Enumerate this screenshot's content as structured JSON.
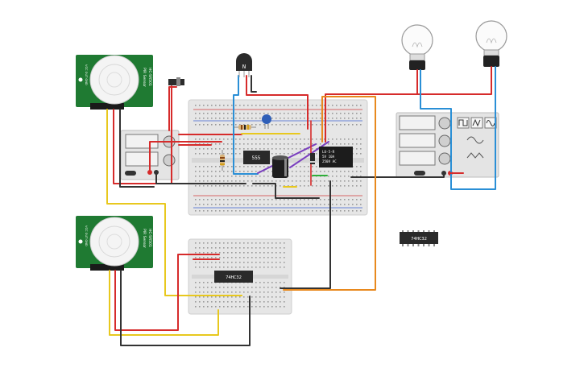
{
  "canvas": {
    "background": "#ffffff"
  },
  "colors": {
    "wire_red": "#d62b2b",
    "wire_black": "#333333",
    "wire_yellow": "#e8c81e",
    "wire_blue": "#2a8fd6",
    "wire_orange": "#e8891e",
    "wire_purple": "#7a3fbf",
    "wire_green": "#2fae3a",
    "pcb_green": "#1f7a32",
    "breadboard": "#e6e6e6",
    "chip": "#2a2a2a"
  },
  "components": {
    "pir_top": {
      "label_a": "PIR Sensor",
      "label_b": "HC-SR501",
      "pins": "VCC OUT GND"
    },
    "pir_bottom": {
      "label_a": "PIR Sensor",
      "label_b": "HC-SR501",
      "pins": "VCC OUT GND"
    },
    "transistor": {
      "label": "N"
    },
    "timer_chip": {
      "label": "555"
    },
    "relay": {
      "line1": "LU-5-R",
      "line2": "5V 10A",
      "line3": "250V AC"
    },
    "logic_chip_board": {
      "label": "74HC32"
    },
    "logic_chip_loose": {
      "label": "74HC32"
    },
    "bulb_left": {
      "name": "light-bulb"
    },
    "bulb_right": {
      "name": "light-bulb"
    }
  },
  "icons": [
    "square-wave-icon",
    "triangle-wave-icon",
    "sine-wave-icon"
  ]
}
